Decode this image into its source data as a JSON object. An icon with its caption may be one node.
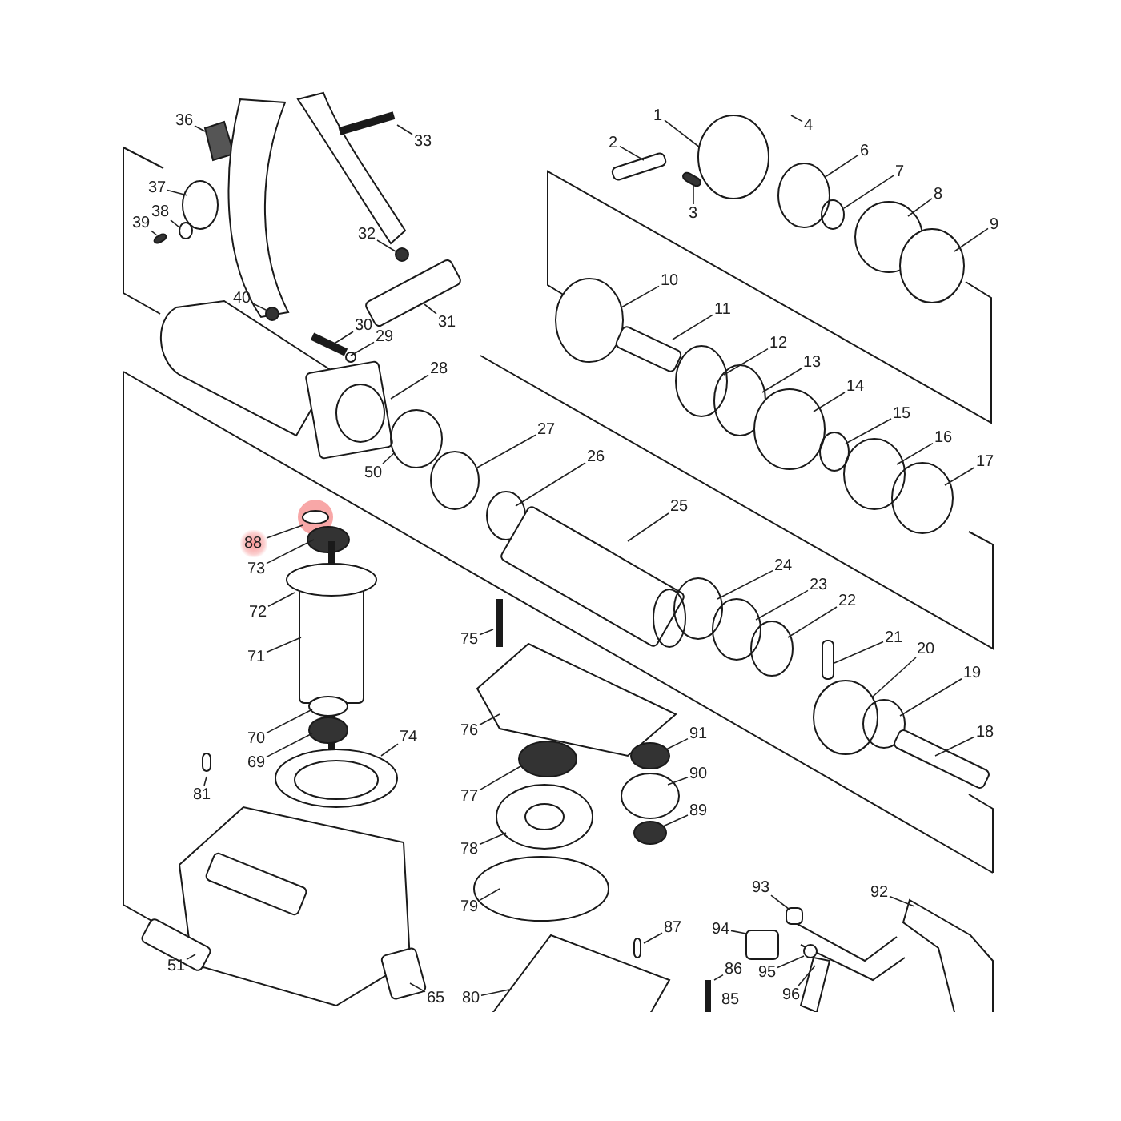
{
  "diagram": {
    "nodes": [
      {
        "text": [
          "36"
        ]
      },
      {
        "text": [
          "1"
        ]
      },
      {
        "text": [
          "4"
        ]
      },
      {
        "text": [
          "33"
        ]
      },
      {
        "text": [
          "2"
        ]
      },
      {
        "text": [
          "3"
        ]
      },
      {
        "text": [
          "37"
        ]
      },
      {
        "text": [
          "38"
        ]
      },
      {
        "text": [
          "39"
        ]
      },
      {
        "text": [
          "32"
        ]
      },
      {
        "text": [
          "6"
        ]
      },
      {
        "text": [
          "7"
        ]
      },
      {
        "text": [
          "8"
        ]
      },
      {
        "text": [
          "9"
        ]
      },
      {
        "text": [
          "31"
        ]
      },
      {
        "text": [
          "40"
        ]
      },
      {
        "text": [
          "30"
        ]
      },
      {
        "text": [
          "29"
        ]
      },
      {
        "text": [
          "28"
        ]
      },
      {
        "text": [
          "10"
        ]
      },
      {
        "text": [
          "11"
        ]
      },
      {
        "text": [
          "12"
        ]
      },
      {
        "text": [
          "13"
        ]
      },
      {
        "text": [
          "14"
        ]
      },
      {
        "text": [
          "15"
        ]
      },
      {
        "text": [
          "16"
        ]
      },
      {
        "text": [
          "17"
        ]
      },
      {
        "text": [
          "27"
        ]
      },
      {
        "text": [
          "26"
        ]
      },
      {
        "text": [
          "25"
        ]
      },
      {
        "text": [
          "50"
        ]
      },
      {
        "text": [
          "88"
        ]
      },
      {
        "text": [
          "73"
        ]
      },
      {
        "text": [
          "72"
        ]
      },
      {
        "text": [
          "71"
        ]
      },
      {
        "text": [
          "24"
        ]
      },
      {
        "text": [
          "23"
        ]
      },
      {
        "text": [
          "22"
        ]
      },
      {
        "text": [
          "21"
        ]
      },
      {
        "text": [
          "20"
        ]
      },
      {
        "text": [
          "75"
        ]
      },
      {
        "text": [
          "19"
        ]
      },
      {
        "text": [
          "18"
        ]
      },
      {
        "text": [
          "76"
        ]
      },
      {
        "text": [
          "70"
        ]
      },
      {
        "text": [
          "69"
        ]
      },
      {
        "text": [
          "74"
        ]
      },
      {
        "text": [
          "91"
        ]
      },
      {
        "text": [
          "77"
        ]
      },
      {
        "text": [
          "90"
        ]
      },
      {
        "text": [
          "81"
        ]
      },
      {
        "text": [
          "89"
        ]
      },
      {
        "text": [
          "78"
        ]
      },
      {
        "text": [
          "79"
        ]
      },
      {
        "text": [
          "93"
        ]
      },
      {
        "text": [
          "92"
        ]
      },
      {
        "text": [
          "94"
        ]
      },
      {
        "text": [
          "87"
        ]
      },
      {
        "text": [
          "51"
        ]
      },
      {
        "text": [
          "95"
        ]
      },
      {
        "text": [
          "86"
        ]
      },
      {
        "text": [
          "96"
        ]
      },
      {
        "text": [
          "80"
        ]
      },
      {
        "text": [
          "65"
        ]
      }
    ],
    "edges": [
      {
        "from": 0,
        "to": null,
        "arrow": "none"
      },
      {
        "from": 1,
        "to": null,
        "arrow": "none"
      },
      {
        "from": 2,
        "to": null,
        "arrow": "none"
      },
      {
        "from": 3,
        "to": null,
        "arrow": "none"
      },
      {
        "from": 4,
        "to": null,
        "arrow": "none"
      },
      {
        "from": 5,
        "to": null,
        "arrow": "none"
      },
      {
        "from": 6,
        "to": null,
        "arrow": "none"
      },
      {
        "from": 7,
        "to": null,
        "arrow": "none"
      },
      {
        "from": 8,
        "to": null,
        "arrow": "none"
      },
      {
        "from": 9,
        "to": null,
        "arrow": "none"
      },
      {
        "from": 10,
        "to": null,
        "arrow": "none"
      },
      {
        "from": 11,
        "to": null,
        "arrow": "none"
      },
      {
        "from": 12,
        "to": null,
        "arrow": "none"
      },
      {
        "from": 13,
        "to": null,
        "arrow": "none"
      },
      {
        "from": 14,
        "to": null,
        "arrow": "none"
      },
      {
        "from": 15,
        "to": null,
        "arrow": "none"
      },
      {
        "from": 16,
        "to": null,
        "arrow": "none"
      },
      {
        "from": 17,
        "to": null,
        "arrow": "none"
      },
      {
        "from": 18,
        "to": null,
        "arrow": "none"
      },
      {
        "from": 19,
        "to": null,
        "arrow": "none"
      },
      {
        "from": 20,
        "to": null,
        "arrow": "none"
      },
      {
        "from": 21,
        "to": null,
        "arrow": "none"
      },
      {
        "from": 22,
        "to": null,
        "arrow": "none"
      },
      {
        "from": 23,
        "to": null,
        "arrow": "none"
      },
      {
        "from": 24,
        "to": null,
        "arrow": "none"
      },
      {
        "from": 25,
        "to": null,
        "arrow": "none"
      },
      {
        "from": 26,
        "to": null,
        "arrow": "none"
      },
      {
        "from": 27,
        "to": null,
        "arrow": "none"
      },
      {
        "from": 28,
        "to": null,
        "arrow": "none"
      },
      {
        "from": 29,
        "to": null,
        "arrow": "none"
      },
      {
        "from": 30,
        "to": null,
        "arrow": "none"
      },
      {
        "from": 31,
        "to": null,
        "arrow": "none"
      },
      {
        "from": 32,
        "to": null,
        "arrow": "none"
      },
      {
        "from": 33,
        "to": null,
        "arrow": "none"
      },
      {
        "from": 34,
        "to": null,
        "arrow": "none"
      },
      {
        "from": 35,
        "to": null,
        "arrow": "none"
      },
      {
        "from": 36,
        "to": null,
        "arrow": "none"
      },
      {
        "from": 37,
        "to": null,
        "arrow": "none"
      },
      {
        "from": 38,
        "to": null,
        "arrow": "none"
      },
      {
        "from": 39,
        "to": null,
        "arrow": "none"
      },
      {
        "from": 40,
        "to": null,
        "arrow": "none"
      },
      {
        "from": 41,
        "to": null,
        "arrow": "none"
      },
      {
        "from": 42,
        "to": null,
        "arrow": "none"
      },
      {
        "from": 43,
        "to": null,
        "arrow": "none"
      },
      {
        "from": 44,
        "to": null,
        "arrow": "none"
      },
      {
        "from": 45,
        "to": null,
        "arrow": "none"
      },
      {
        "from": 46,
        "to": null,
        "arrow": "none"
      },
      {
        "from": 47,
        "to": null,
        "arrow": "none"
      },
      {
        "from": 48,
        "to": null,
        "arrow": "none"
      },
      {
        "from": 49,
        "to": null,
        "arrow": "none"
      },
      {
        "from": 50,
        "to": null,
        "arrow": "none"
      },
      {
        "from": 51,
        "to": null,
        "arrow": "none"
      },
      {
        "from": 52,
        "to": null,
        "arrow": "none"
      },
      {
        "from": 53,
        "to": null,
        "arrow": "none"
      },
      {
        "from": 54,
        "to": null,
        "arrow": "none"
      },
      {
        "from": 55,
        "to": null,
        "arrow": "none"
      },
      {
        "from": 56,
        "to": null,
        "arrow": "none"
      },
      {
        "from": 57,
        "to": null,
        "arrow": "none"
      },
      {
        "from": 58,
        "to": null,
        "arrow": "none"
      },
      {
        "from": 59,
        "to": null,
        "arrow": "none"
      },
      {
        "from": 60,
        "to": null,
        "arrow": "none"
      },
      {
        "from": 61,
        "to": null,
        "arrow": "none"
      },
      {
        "from": 62,
        "to": null,
        "arrow": "none"
      },
      {
        "from": 63,
        "to": null,
        "arrow": "none"
      }
    ],
    "labels": [
      "85"
    ]
  }
}
